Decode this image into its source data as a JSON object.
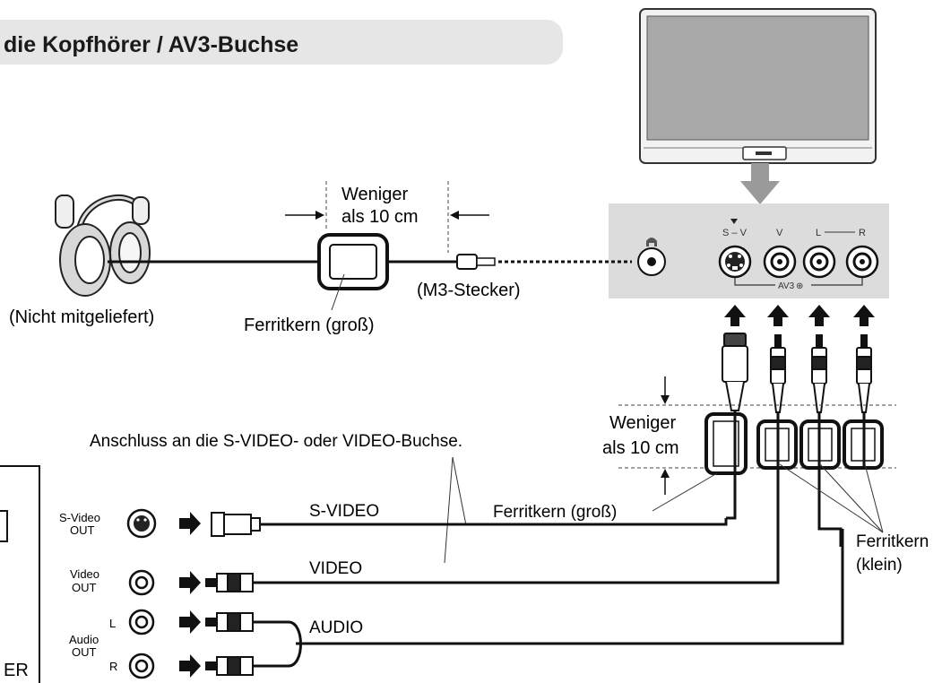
{
  "header": {
    "title": "die Kopfhörer / AV3-Buchse"
  },
  "labels": {
    "headphones_note": "(Nicht mitgeliefert)",
    "top_distance_line1": "Weniger",
    "top_distance_line2": "als 10 cm",
    "plug_label": "(M3-Stecker)",
    "ferrite_large_top": "Ferritkern (groß)",
    "connection_note": "Anschluss an die S-VIDEO- oder VIDEO-Buchse.",
    "right_distance_line1": "Weniger",
    "right_distance_line2": "als 10 cm",
    "ferrite_large_bottom": "Ferritkern (groß)",
    "ferrite_small_line1": "Ferritkern",
    "ferrite_small_line2": "(klein)",
    "cable_svideo": "S-VIDEO",
    "cable_video": "VIDEO",
    "cable_audio": "AUDIO"
  },
  "panel": {
    "jack_sv": "S – V",
    "jack_v": "V",
    "jack_l": "L",
    "jack_r": "R",
    "group_label": "AV3"
  },
  "device": {
    "svideo_out_line1": "S-Video",
    "svideo_out_line2": "OUT",
    "video_out_line1": "Video",
    "video_out_line2": "OUT",
    "audio_out_line1": "Audio",
    "audio_out_line2": "OUT",
    "audio_l": "L",
    "audio_r": "R",
    "recorder_partial": "ER"
  },
  "colors": {
    "banner": "#e6e6e6",
    "panel": "#dcdcdc",
    "tv_screen": "#a9a9a9",
    "arrow_gray": "#9a9a9a",
    "line": "#1a1a1a"
  },
  "icons": {
    "headphones": "headphones-icon",
    "tv": "tv-icon",
    "arrow": "arrow-right-icon"
  }
}
